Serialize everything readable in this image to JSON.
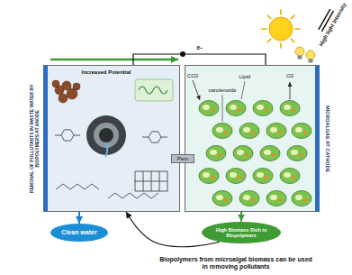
{
  "diagram": {
    "nodes": [
      {
        "text": [
          "REMOVAL OF POLLUTANTS IN WASTE WATER BY BIOPOLYMERS AT ANODE"
        ]
      },
      {
        "text": [
          "MICROALGAE AT CATHODE"
        ]
      },
      {
        "text": [
          "Pem"
        ]
      },
      {
        "text": [
          "Clean water"
        ]
      },
      {
        "text": [
          "High Biomass Rich in Biopolymers"
        ]
      }
    ],
    "edges": [
      {
        "from": 0,
        "to": 1,
        "label": "e-",
        "arrow": "none"
      },
      {
        "from": 0,
        "to": 3,
        "arrow": "to"
      },
      {
        "from": 1,
        "to": 4,
        "arrow": "to"
      },
      {
        "from": 4,
        "to": 0,
        "arrow": "to"
      }
    ],
    "labels": [
      "Increased Potential",
      "High light Intensity",
      "CO2",
      "Lipid",
      "O2",
      "carotenoids",
      "Biopolymers from microalgal biomass can be used in removing pollutants"
    ]
  }
}
